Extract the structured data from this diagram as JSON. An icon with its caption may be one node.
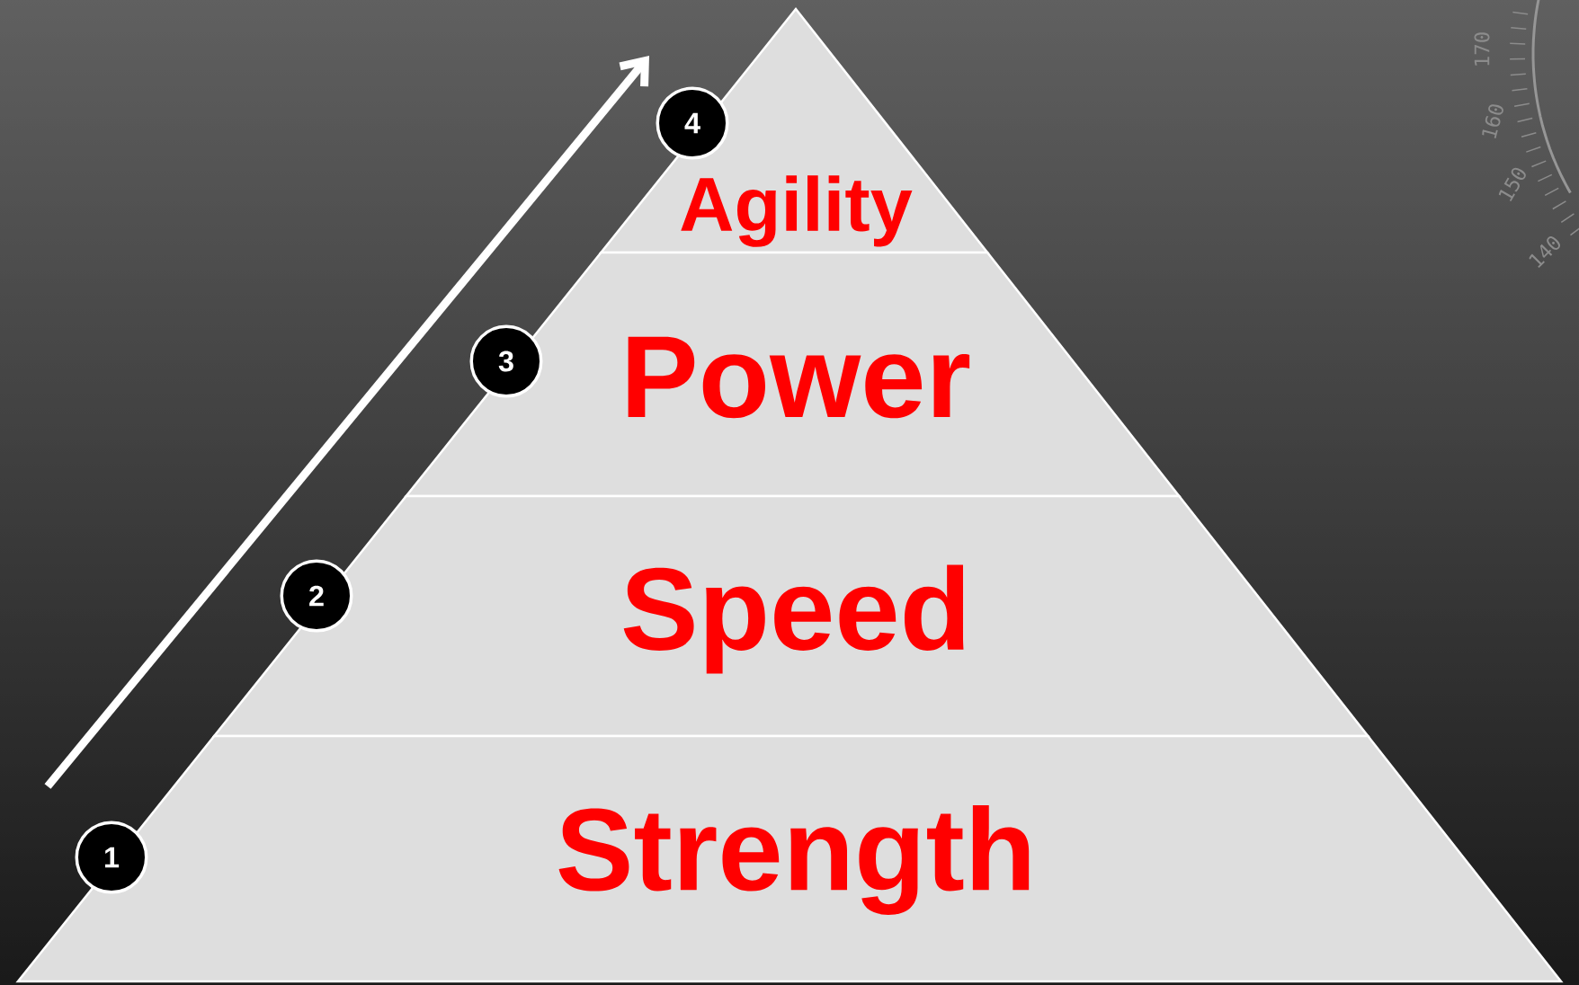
{
  "diagram": {
    "nodes": [
      {
        "text": [
          "4"
        ]
      },
      {
        "text": [
          "Agility"
        ]
      },
      {
        "text": [
          "3"
        ]
      },
      {
        "text": [
          "Power"
        ]
      },
      {
        "text": [
          "2"
        ]
      },
      {
        "text": [
          "Speed"
        ]
      },
      {
        "text": [
          "1"
        ]
      },
      {
        "text": [
          "Strength"
        ]
      }
    ],
    "labels": [
      "170",
      "160",
      "150",
      "140"
    ]
  }
}
